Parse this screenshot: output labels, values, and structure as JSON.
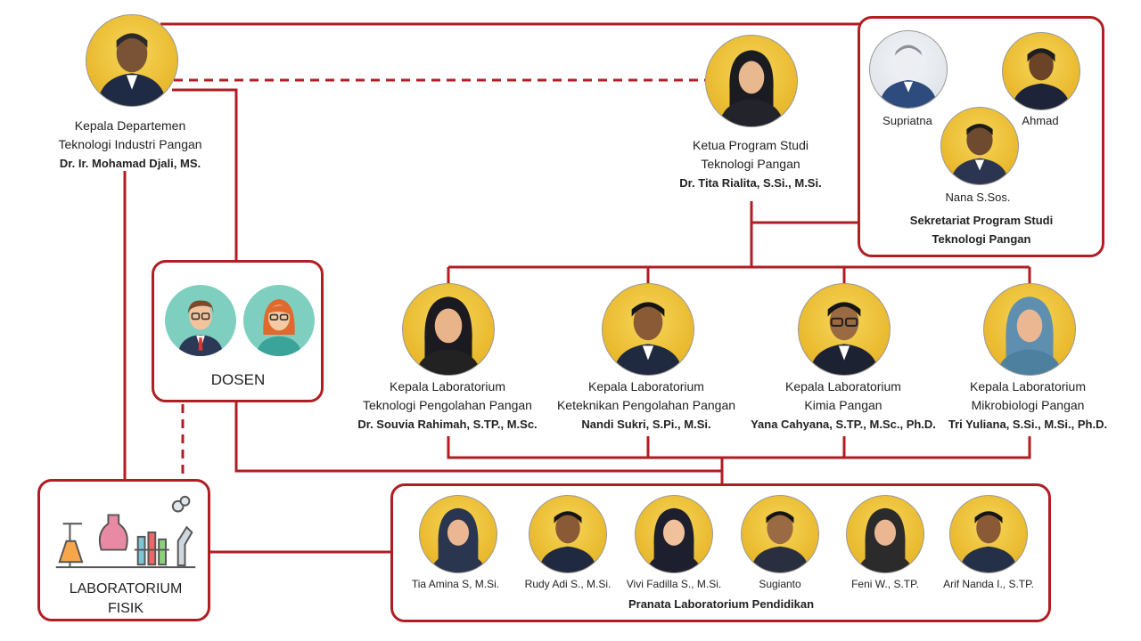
{
  "head": {
    "role_line1": "Kepala Departemen",
    "role_line2": "Teknologi Industri Pangan",
    "name": "Dr. Ir. Mohamad Djali, MS."
  },
  "program_head": {
    "role_line1": "Ketua Program Studi",
    "role_line2": "Teknologi Pangan",
    "name": "Dr. Tita Rialita, S.Si., M.Si."
  },
  "secretariat": {
    "members": [
      "Supriatna",
      "Ahmad",
      "Nana S.Sos."
    ],
    "title_line1": "Sekretariat Program Studi",
    "title_line2": "Teknologi Pangan"
  },
  "dosen": {
    "label": "DOSEN"
  },
  "lab_heads": [
    {
      "role_line1": "Kepala Laboratorium",
      "role_line2": "Teknologi Pengolahan Pangan",
      "name": "Dr. Souvia Rahimah, S.TP., M.Sc."
    },
    {
      "role_line1": "Kepala Laboratorium",
      "role_line2": "Keteknikan Pengolahan Pangan",
      "name": "Nandi Sukri, S.Pi., M.Si."
    },
    {
      "role_line1": "Kepala Laboratorium",
      "role_line2": "Kimia Pangan",
      "name": "Yana Cahyana, S.TP., M.Sc., Ph.D."
    },
    {
      "role_line1": "Kepala Laboratorium",
      "role_line2": "Mikrobiologi Pangan",
      "name": "Tri Yuliana, S.Si., M.Si., Ph.D."
    }
  ],
  "lab_fisik": {
    "line1": "LABORATORIUM",
    "line2": "FISIK"
  },
  "pranata": {
    "members": [
      "Tia Amina S, M.Si.",
      "Rudy Adi S., M.Si.",
      "Vivi Fadilla S., M.Si.",
      "Sugianto",
      "Feni W., S.TP.",
      "Arif Nanda I., S.TP."
    ],
    "title": "Pranata Laboratorium Pendidikan"
  },
  "colors": {
    "accent": "#b01e23",
    "photo_bg": "#e9b82c"
  }
}
